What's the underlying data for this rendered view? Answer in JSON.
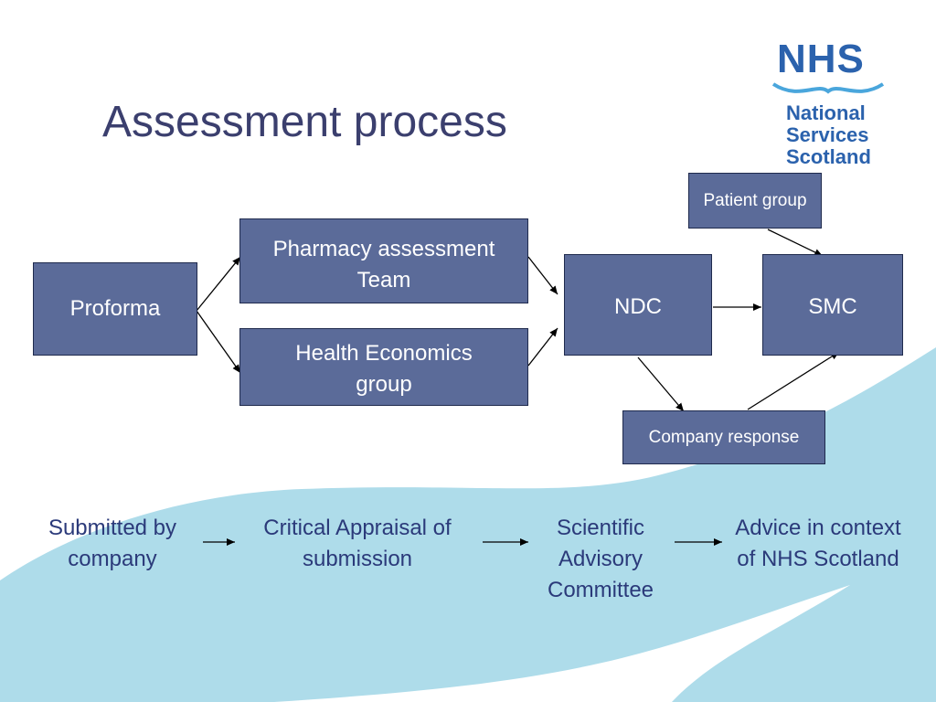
{
  "slide": {
    "title": "Assessment process"
  },
  "logo": {
    "nhs": "NHS",
    "line1": "National",
    "line2": "Services",
    "line3": "Scotland"
  },
  "flow": {
    "proforma": "Proforma",
    "pharmacy": "Pharmacy assessment Team",
    "health_econ": "Health Economics group",
    "ndc": "NDC",
    "smc": "SMC",
    "patient_group": "Patient group",
    "company_response": "Company response"
  },
  "steps": {
    "submitted": "Submitted by company",
    "critical": "Critical Appraisal of submission",
    "scientific": "Scientific Advisory Committee",
    "advice": "Advice in context of NHS Scotland"
  },
  "colors": {
    "box_fill": "#5b6b99",
    "box_border": "#1f2a4d",
    "title": "#3b3f6e",
    "step_text": "#2b3a7a",
    "logo_blue": "#2b62ad",
    "wave": "#aedcea"
  }
}
